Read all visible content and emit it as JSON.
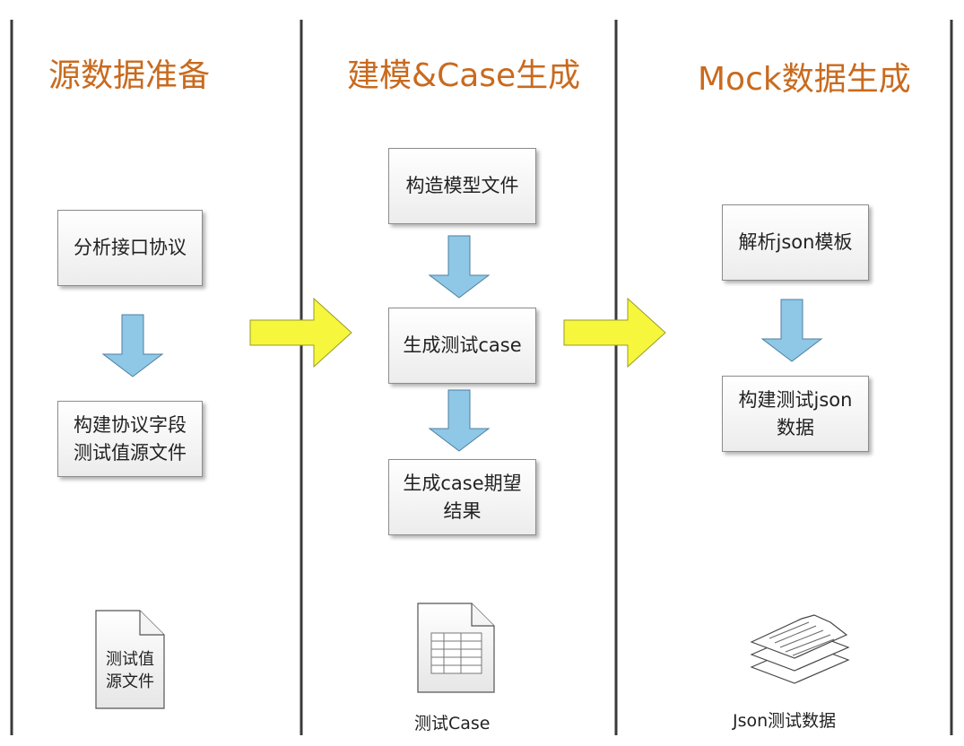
{
  "lanes": [
    {
      "title": "源数据准备"
    },
    {
      "title": "建模&Case生成"
    },
    {
      "title": "Mock数据生成"
    }
  ],
  "steps": {
    "analyze_protocol": "分析接口协议",
    "build_field_values": "构建协议字段\n测试值源文件",
    "build_model_file": "构造模型文件",
    "generate_case": "生成测试case",
    "generate_expected": "生成case期望\n结果",
    "parse_json_template": "解析json模板",
    "build_json_data": "构建测试json\n数据"
  },
  "artifacts": {
    "source_file_label": "测试值\n源文件",
    "test_case_caption": "测试Case",
    "json_data_caption": "Json测试数据"
  },
  "colors": {
    "title": "#c96a1e",
    "down_arrow": "#8fc7e6",
    "right_arrow": "#f6f63c",
    "divider": "#3a3a3a"
  }
}
